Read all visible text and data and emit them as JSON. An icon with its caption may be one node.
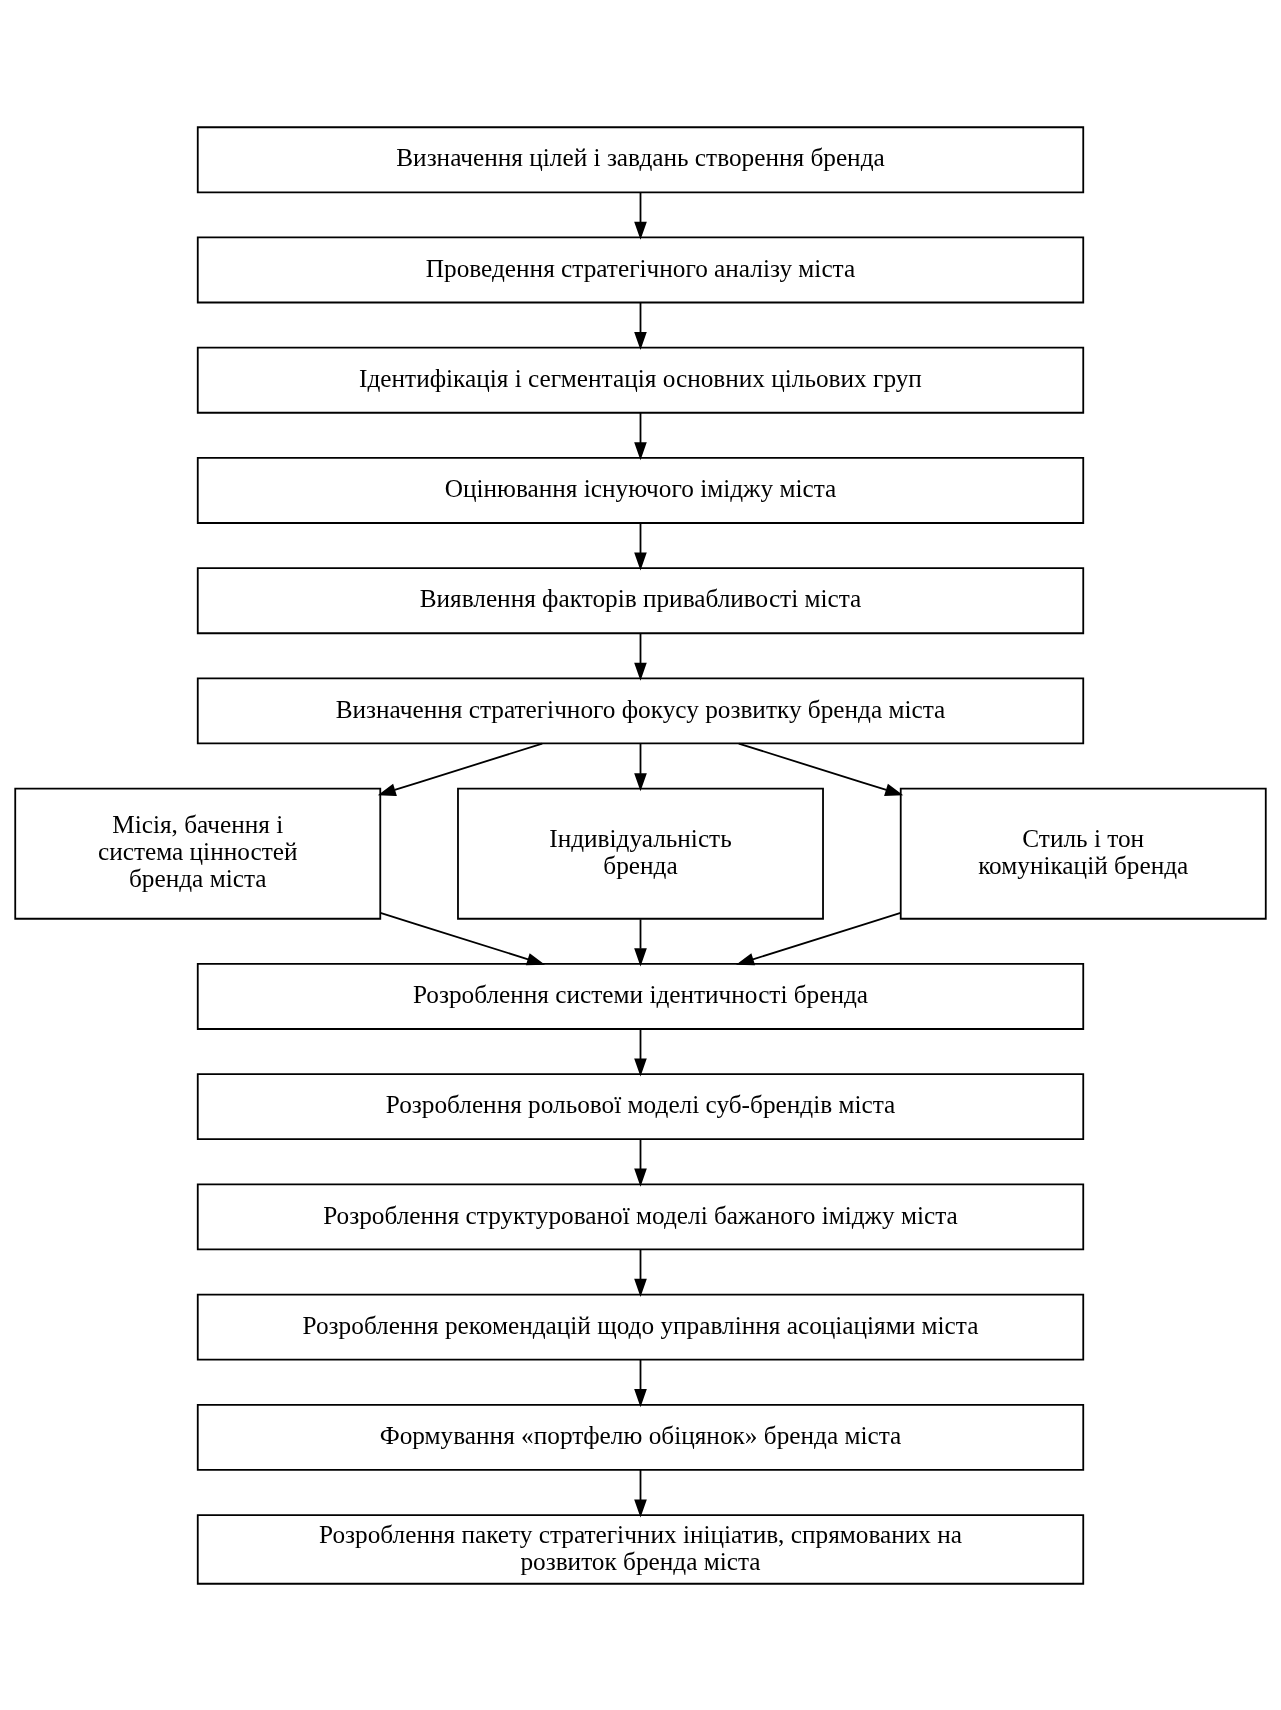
{
  "diagram": {
    "nodes": [
      {
        "text": [
          "Визначення цілей і завдань створення бренда"
        ]
      },
      {
        "text": [
          "Проведення стратегічного аналізу міста"
        ]
      },
      {
        "text": [
          "Ідентифікація і сегментація основних цільових груп"
        ]
      },
      {
        "text": [
          "Оцінювання існуючого іміджу міста"
        ]
      },
      {
        "text": [
          "Виявлення факторів привабливості міста"
        ]
      },
      {
        "text": [
          "Визначення стратегічного фокусу розвитку бренда міста"
        ]
      },
      {
        "text": [
          "Місія, бачення і система цінностей бренда міста"
        ]
      },
      {
        "text": [
          "Індивідуальність бренда"
        ]
      },
      {
        "text": [
          "Стиль і тон комунікацій бренда"
        ]
      },
      {
        "text": [
          "Розроблення системи ідентичності бренда"
        ]
      },
      {
        "text": [
          "Розроблення рольової моделі суб-брендів міста"
        ]
      },
      {
        "text": [
          "Розроблення структурованої моделі бажаного іміджу міста"
        ]
      },
      {
        "text": [
          "Розроблення рекомендацій щодо управління асоціаціями міста"
        ]
      },
      {
        "text": [
          "Формування «портфелю обіцянок» бренда міста"
        ]
      },
      {
        "text": [
          "Розроблення пакету стратегічних ініціатив, спрямованих на розвиток бренда міста"
        ]
      }
    ],
    "edges": [
      {
        "from": 0,
        "to": 1,
        "arrow": "to"
      },
      {
        "from": 1,
        "to": 2,
        "arrow": "to"
      },
      {
        "from": 2,
        "to": 3,
        "arrow": "to"
      },
      {
        "from": 3,
        "to": 4,
        "arrow": "to"
      },
      {
        "from": 4,
        "to": 5,
        "arrow": "to"
      },
      {
        "from": 5,
        "to": 6,
        "arrow": "to"
      },
      {
        "from": 5,
        "to": 7,
        "arrow": "to"
      },
      {
        "from": 5,
        "to": 8,
        "arrow": "to"
      },
      {
        "from": 6,
        "to": 9,
        "arrow": "to"
      },
      {
        "from": 7,
        "to": 9,
        "arrow": "to"
      },
      {
        "from": 8,
        "to": 9,
        "arrow": "to"
      },
      {
        "from": 9,
        "to": 10,
        "arrow": "to"
      },
      {
        "from": 10,
        "to": 11,
        "arrow": "to"
      },
      {
        "from": 11,
        "to": 12,
        "arrow": "to"
      },
      {
        "from": 12,
        "to": 13,
        "arrow": "to"
      },
      {
        "from": 13,
        "to": 14,
        "arrow": "to"
      }
    ]
  }
}
